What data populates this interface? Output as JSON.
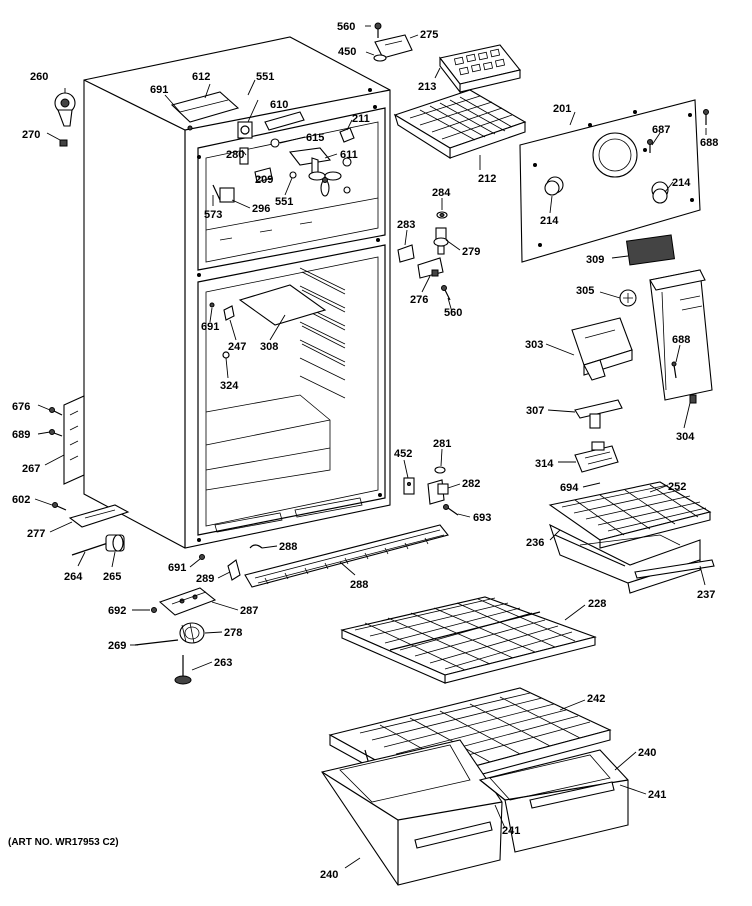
{
  "diagram": {
    "art_number": "(ART NO. WR17953 C2)",
    "callouts": [
      {
        "id": "c560a",
        "text": "560"
      },
      {
        "id": "c275",
        "text": "275"
      },
      {
        "id": "c450",
        "text": "450"
      },
      {
        "id": "c213",
        "text": "213"
      },
      {
        "id": "c201",
        "text": "201"
      },
      {
        "id": "c260",
        "text": "260"
      },
      {
        "id": "c270",
        "text": "270"
      },
      {
        "id": "c691a",
        "text": "691"
      },
      {
        "id": "c612",
        "text": "612"
      },
      {
        "id": "c551a",
        "text": "551"
      },
      {
        "id": "c610",
        "text": "610"
      },
      {
        "id": "c615",
        "text": "615"
      },
      {
        "id": "c211",
        "text": "211"
      },
      {
        "id": "c611",
        "text": "611"
      },
      {
        "id": "c280",
        "text": "280"
      },
      {
        "id": "c209",
        "text": "209"
      },
      {
        "id": "c296",
        "text": "296"
      },
      {
        "id": "c551b",
        "text": "551"
      },
      {
        "id": "c573",
        "text": "573"
      },
      {
        "id": "c212",
        "text": "212"
      },
      {
        "id": "c687",
        "text": "687"
      },
      {
        "id": "c688a",
        "text": "688"
      },
      {
        "id": "c214a",
        "text": "214"
      },
      {
        "id": "c214b",
        "text": "214"
      },
      {
        "id": "c284",
        "text": "284"
      },
      {
        "id": "c283",
        "text": "283"
      },
      {
        "id": "c279",
        "text": "279"
      },
      {
        "id": "c309",
        "text": "309"
      },
      {
        "id": "c276",
        "text": "276"
      },
      {
        "id": "c560b",
        "text": "560"
      },
      {
        "id": "c305",
        "text": "305"
      },
      {
        "id": "c691b",
        "text": "691"
      },
      {
        "id": "c247",
        "text": "247"
      },
      {
        "id": "c308",
        "text": "308"
      },
      {
        "id": "c324",
        "text": "324"
      },
      {
        "id": "c303",
        "text": "303"
      },
      {
        "id": "c688b",
        "text": "688"
      },
      {
        "id": "c307",
        "text": "307"
      },
      {
        "id": "c304",
        "text": "304"
      },
      {
        "id": "c676",
        "text": "676"
      },
      {
        "id": "c689",
        "text": "689"
      },
      {
        "id": "c267",
        "text": "267"
      },
      {
        "id": "c281",
        "text": "281"
      },
      {
        "id": "c452",
        "text": "452"
      },
      {
        "id": "c314",
        "text": "314"
      },
      {
        "id": "c282",
        "text": "282"
      },
      {
        "id": "c694",
        "text": "694"
      },
      {
        "id": "c252",
        "text": "252"
      },
      {
        "id": "c602",
        "text": "602"
      },
      {
        "id": "c693",
        "text": "693"
      },
      {
        "id": "c277",
        "text": "277"
      },
      {
        "id": "c236",
        "text": "236"
      },
      {
        "id": "c691c",
        "text": "691"
      },
      {
        "id": "c288a",
        "text": "288"
      },
      {
        "id": "c264",
        "text": "264"
      },
      {
        "id": "c265",
        "text": "265"
      },
      {
        "id": "c289",
        "text": "289"
      },
      {
        "id": "c288b",
        "text": "288"
      },
      {
        "id": "c237",
        "text": "237"
      },
      {
        "id": "c692",
        "text": "692"
      },
      {
        "id": "c287",
        "text": "287"
      },
      {
        "id": "c228",
        "text": "228"
      },
      {
        "id": "c269",
        "text": "269"
      },
      {
        "id": "c278",
        "text": "278"
      },
      {
        "id": "c263",
        "text": "263"
      },
      {
        "id": "c242",
        "text": "242"
      },
      {
        "id": "c240a",
        "text": "240"
      },
      {
        "id": "c241a",
        "text": "241"
      },
      {
        "id": "c241b",
        "text": "241"
      },
      {
        "id": "c240b",
        "text": "240"
      }
    ]
  }
}
